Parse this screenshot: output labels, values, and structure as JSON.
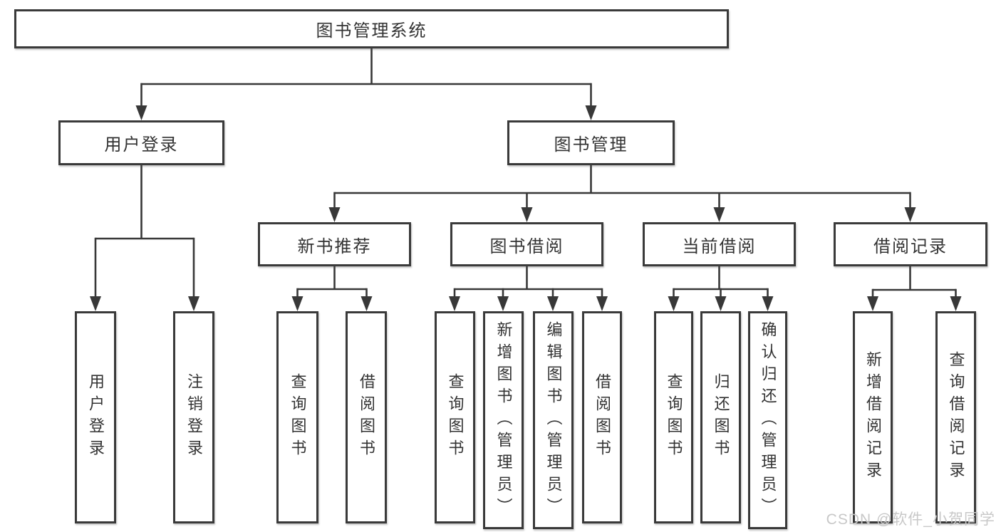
{
  "diagram": {
    "root": "图书管理系统",
    "branches": [
      {
        "label": "用户登录",
        "leaves": [
          "用户登录",
          "注销登录"
        ]
      },
      {
        "label": "图书管理",
        "sections": [
          {
            "label": "新书推荐",
            "leaves": [
              "查询图书",
              "借阅图书"
            ]
          },
          {
            "label": "图书借阅",
            "leaves": [
              "查询图书",
              "新增图书（管理员）",
              "编辑图书（管理员）",
              "借阅图书"
            ]
          },
          {
            "label": "当前借阅",
            "leaves": [
              "查询图书",
              "归还图书",
              "确认归还（管理员）"
            ]
          },
          {
            "label": "借阅记录",
            "leaves": [
              "新增借阅记录",
              "查询借阅记录"
            ]
          }
        ]
      }
    ]
  },
  "watermark": {
    "text": "CSDN @软件_小贺同学"
  },
  "colors": {
    "line": "#383838",
    "text": "#333333",
    "box_background": "#ffffff",
    "watermark": "#c8c8c8",
    "page_background": "#ffffff"
  }
}
